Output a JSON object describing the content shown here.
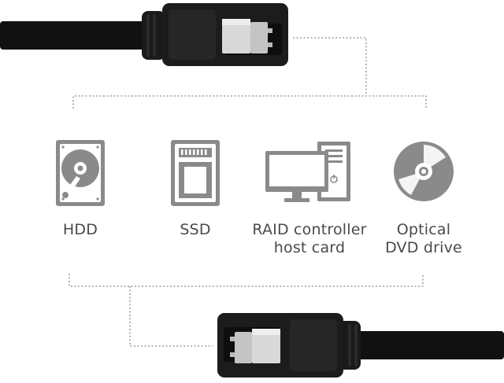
{
  "devices": [
    {
      "id": "hdd",
      "label_lines": [
        "HDD"
      ],
      "icon": "hard-disk-drive-icon"
    },
    {
      "id": "ssd",
      "label_lines": [
        "SSD"
      ],
      "icon": "solid-state-drive-icon"
    },
    {
      "id": "raid",
      "label_lines": [
        "RAID controller",
        "host card"
      ],
      "icon": "desktop-computer-icon"
    },
    {
      "id": "optical",
      "label_lines": [
        "Optical",
        "DVD drive"
      ],
      "icon": "optical-disc-icon"
    }
  ],
  "colors": {
    "icon_gray": "#8a8a8a",
    "text_gray": "#4a4a4a",
    "cable_black": "#111111",
    "connector_dark": "#1c1c1c",
    "clip_silver": "#d8d8d8",
    "dotted_line": "#8c8c8c"
  }
}
